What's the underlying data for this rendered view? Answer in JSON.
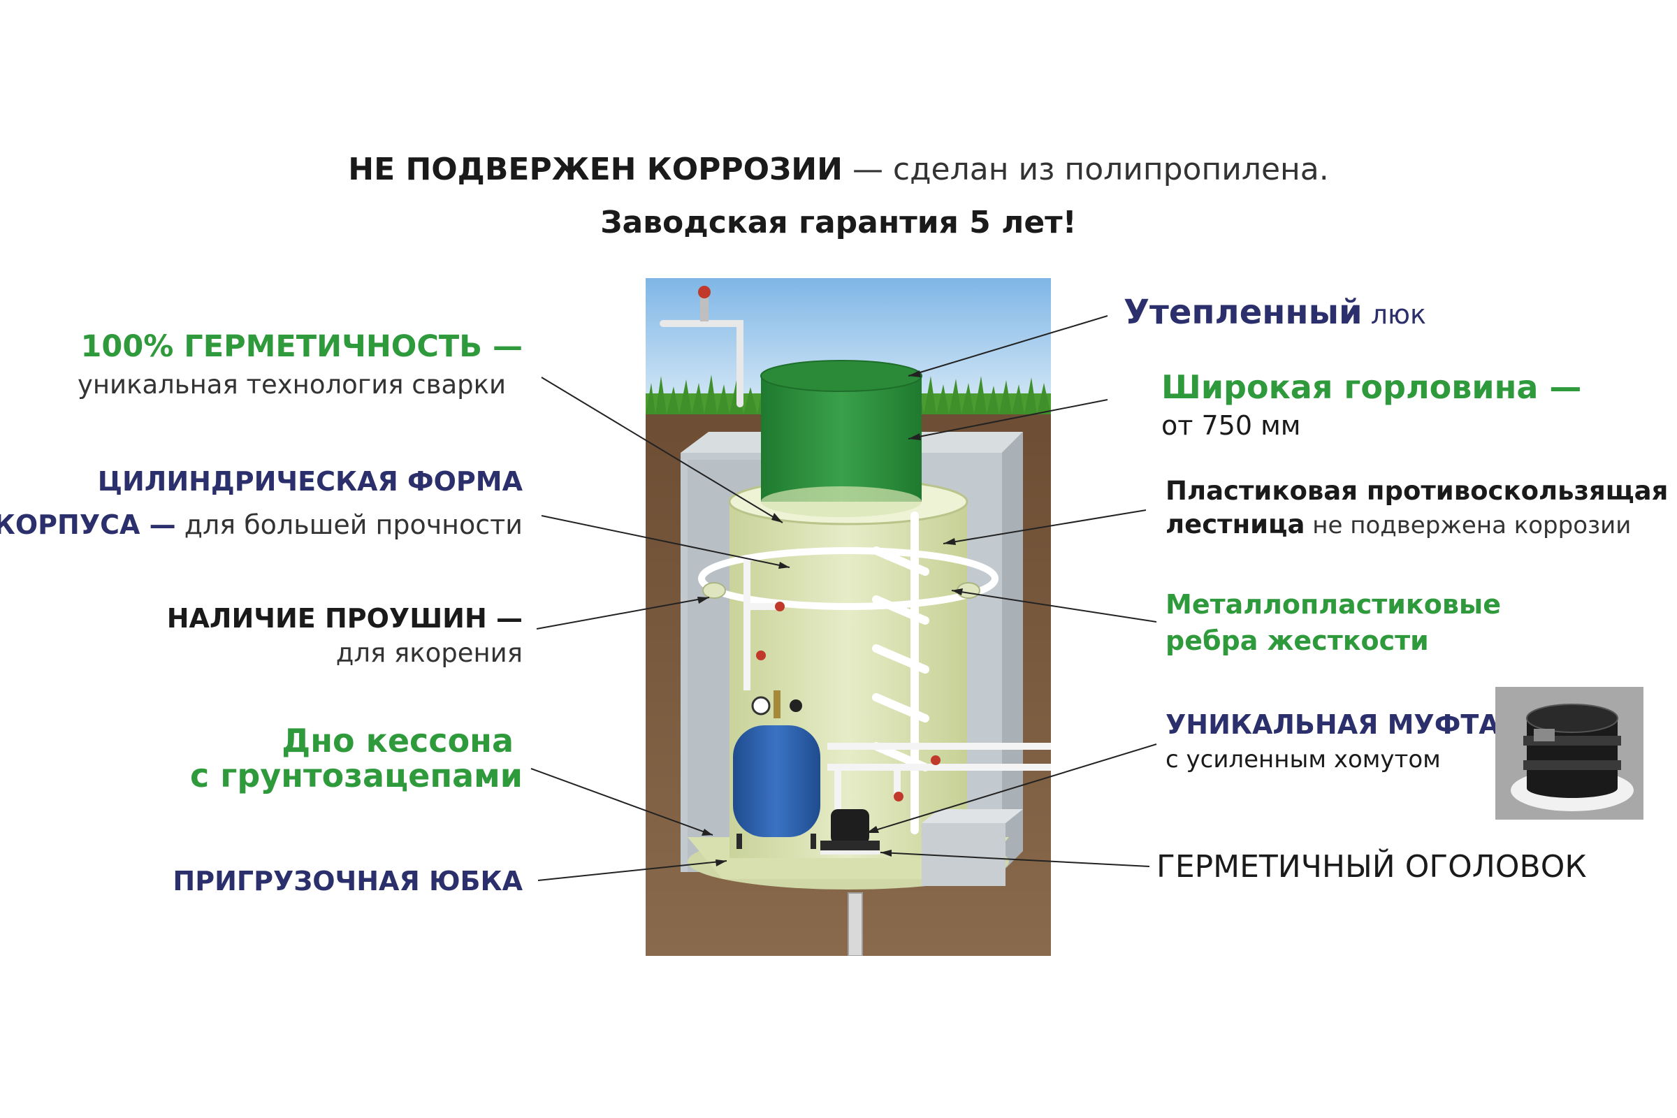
{
  "header": {
    "line1_bold": "НЕ ПОДВЕРЖЕН КОРРОЗИИ",
    "line1_rest": " — сделан из полипропилена.",
    "line2": "Заводская гарантия 5 лет!"
  },
  "left": {
    "hermetic_title": "100% ГЕРМЕТИЧНОСТЬ —",
    "hermetic_desc": "уникальная технология сварки",
    "cyl_line1": "ЦИЛИНДРИЧЕСКАЯ ФОРМА",
    "cyl_line2_bold": "КОРПУСА —",
    "cyl_line2_rest": " для большей прочности",
    "lugs_title": "НАЛИЧИЕ ПРОУШИН —",
    "lugs_desc": "для якорения",
    "bottom_line1": "Дно кессона",
    "bottom_line2": "с грунтозацепами",
    "skirt": "ПРИГРУЗОЧНАЯ ЮБКА"
  },
  "right": {
    "hatch_bold": "Утепленный",
    "hatch_rest": " люк",
    "neck_title": "Широкая горловина —",
    "neck_desc": "от 750 мм",
    "ladder_line1": "Пластиковая противоскользящая",
    "ladder_line2_bold": "лестница",
    "ladder_line2_rest": " не подвержена коррозии",
    "ribs_line1": "Металлопластиковые",
    "ribs_line2": "ребра жесткости",
    "coupling_title": "УНИКАЛЬНАЯ МУФТА",
    "coupling_desc": "с усиленным хомутом",
    "wellhead": "ГЕРМЕТИЧНЫЙ ОГОЛОВОК"
  },
  "colors": {
    "navy": "#2b2f6b",
    "green": "#2e9a3c",
    "caisson_body": "#dfe6bf",
    "hatch": "#2e8b3a",
    "tank": "#2f5fa8",
    "soil": "#7a5a3e",
    "concrete": "#c8cfd3"
  }
}
